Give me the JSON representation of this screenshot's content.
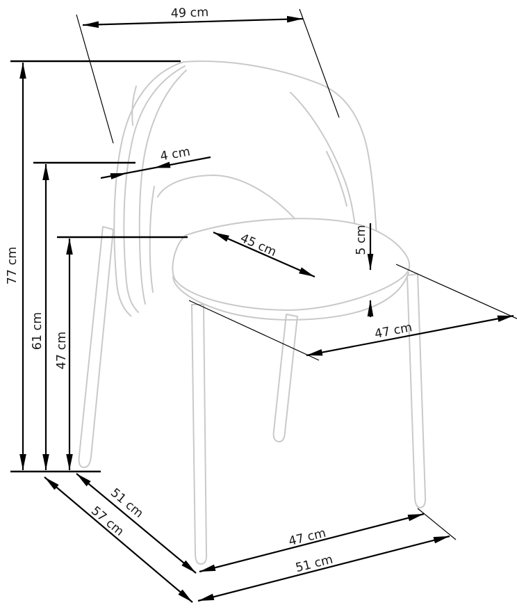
{
  "diagram": {
    "kind": "chair-dimension-drawing",
    "unit": "cm",
    "colors": {
      "background": "#ffffff",
      "dimension_lines": "#000000",
      "chair_outline": "#c9c9c9"
    },
    "dims": {
      "backrest_width_top": "49 cm",
      "backrest_thickness": "4 cm",
      "seat_width": "45 cm",
      "cushion_thickness": "5 cm",
      "seat_depth": "47 cm",
      "total_height": "77 cm",
      "backrest_lower_height": "61 cm",
      "seat_height": "47 cm",
      "seat_depth_outer": "51 cm",
      "total_depth": "57 cm",
      "front_width": "47 cm",
      "total_width": "51 cm"
    }
  }
}
